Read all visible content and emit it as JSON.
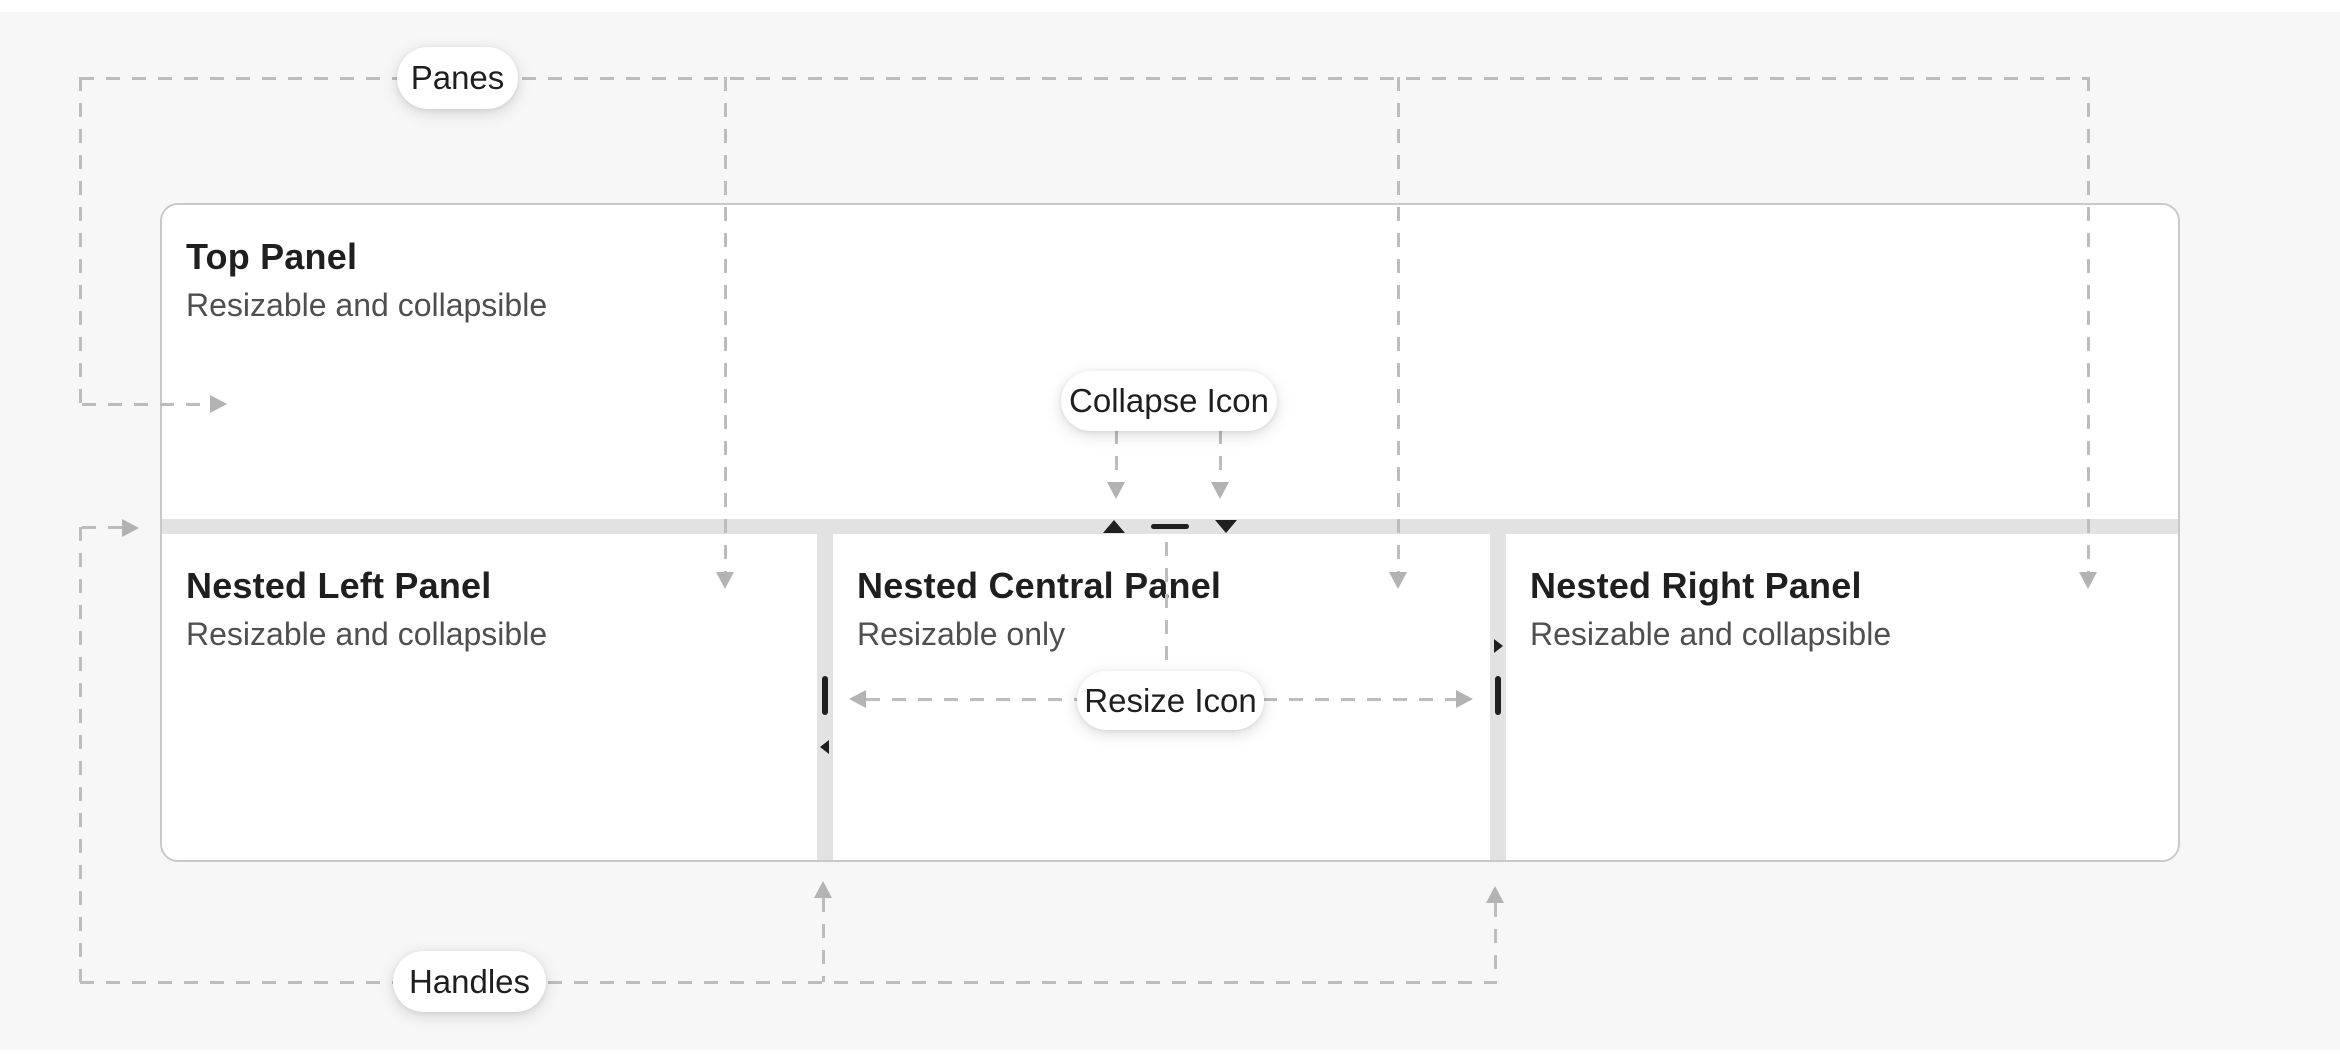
{
  "colors": {
    "bg_page": "#ffffff",
    "bg_diagram": "#f7f7f7",
    "panel_bg": "#ffffff",
    "panel_border": "#c9c9c9",
    "handle_bg": "#e2e2e2",
    "icon_dark": "#1f1f1f",
    "dash": "#bdbdbd",
    "arrow": "#b3b3b3",
    "title": "#1f1f1f",
    "subtitle": "#4f4f4f",
    "pill_bg": "#ffffff",
    "pill_text": "#1f1f1f"
  },
  "panes": {
    "top": {
      "title": "Top Panel",
      "subtitle": "Resizable and collapsible"
    },
    "nested_left": {
      "title": "Nested Left Panel",
      "subtitle": "Resizable and collapsible"
    },
    "nested_central": {
      "title": "Nested Central Panel",
      "subtitle": "Resizable only"
    },
    "nested_right": {
      "title": "Nested Right Panel",
      "subtitle": "Resizable and collapsible"
    }
  },
  "annotations": {
    "panes": {
      "label": "Panes"
    },
    "collapse_icon": {
      "label": "Collapse Icon"
    },
    "resize_icon": {
      "label": "Resize Icon"
    },
    "handles": {
      "label": "Handles"
    }
  }
}
